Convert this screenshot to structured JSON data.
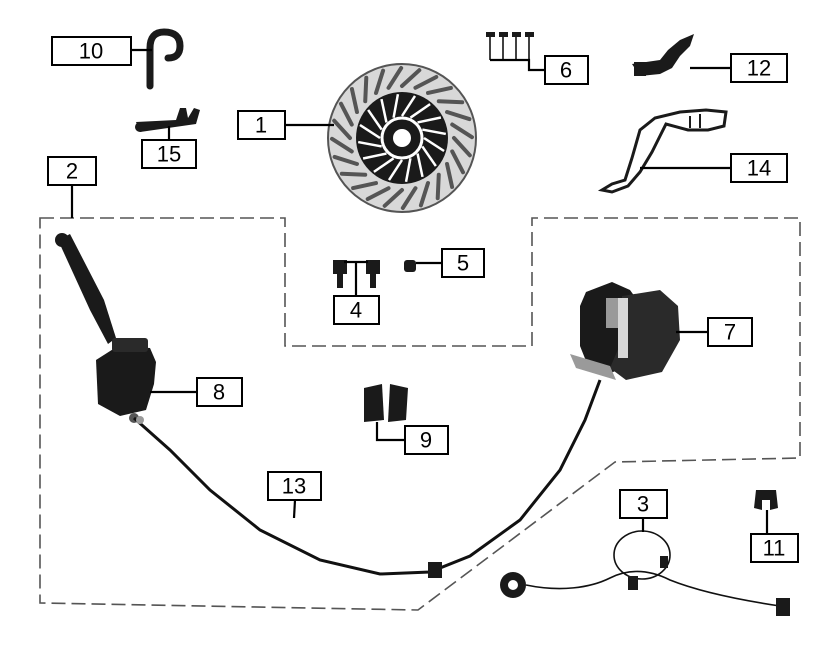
{
  "callouts": {
    "c1": "1",
    "c2": "2",
    "c3": "3",
    "c4": "4",
    "c5": "5",
    "c6": "6",
    "c7": "7",
    "c8": "8",
    "c9": "9",
    "c10": "10",
    "c11": "11",
    "c12": "12",
    "c13": "13",
    "c14": "14",
    "c15": "15"
  },
  "colors": {
    "ink": "#000000",
    "part_dark": "#1a1a1a",
    "part_grey": "#9a9a9a",
    "part_light": "#d8d8d8",
    "dash": "#555555",
    "background": "#ffffff"
  }
}
